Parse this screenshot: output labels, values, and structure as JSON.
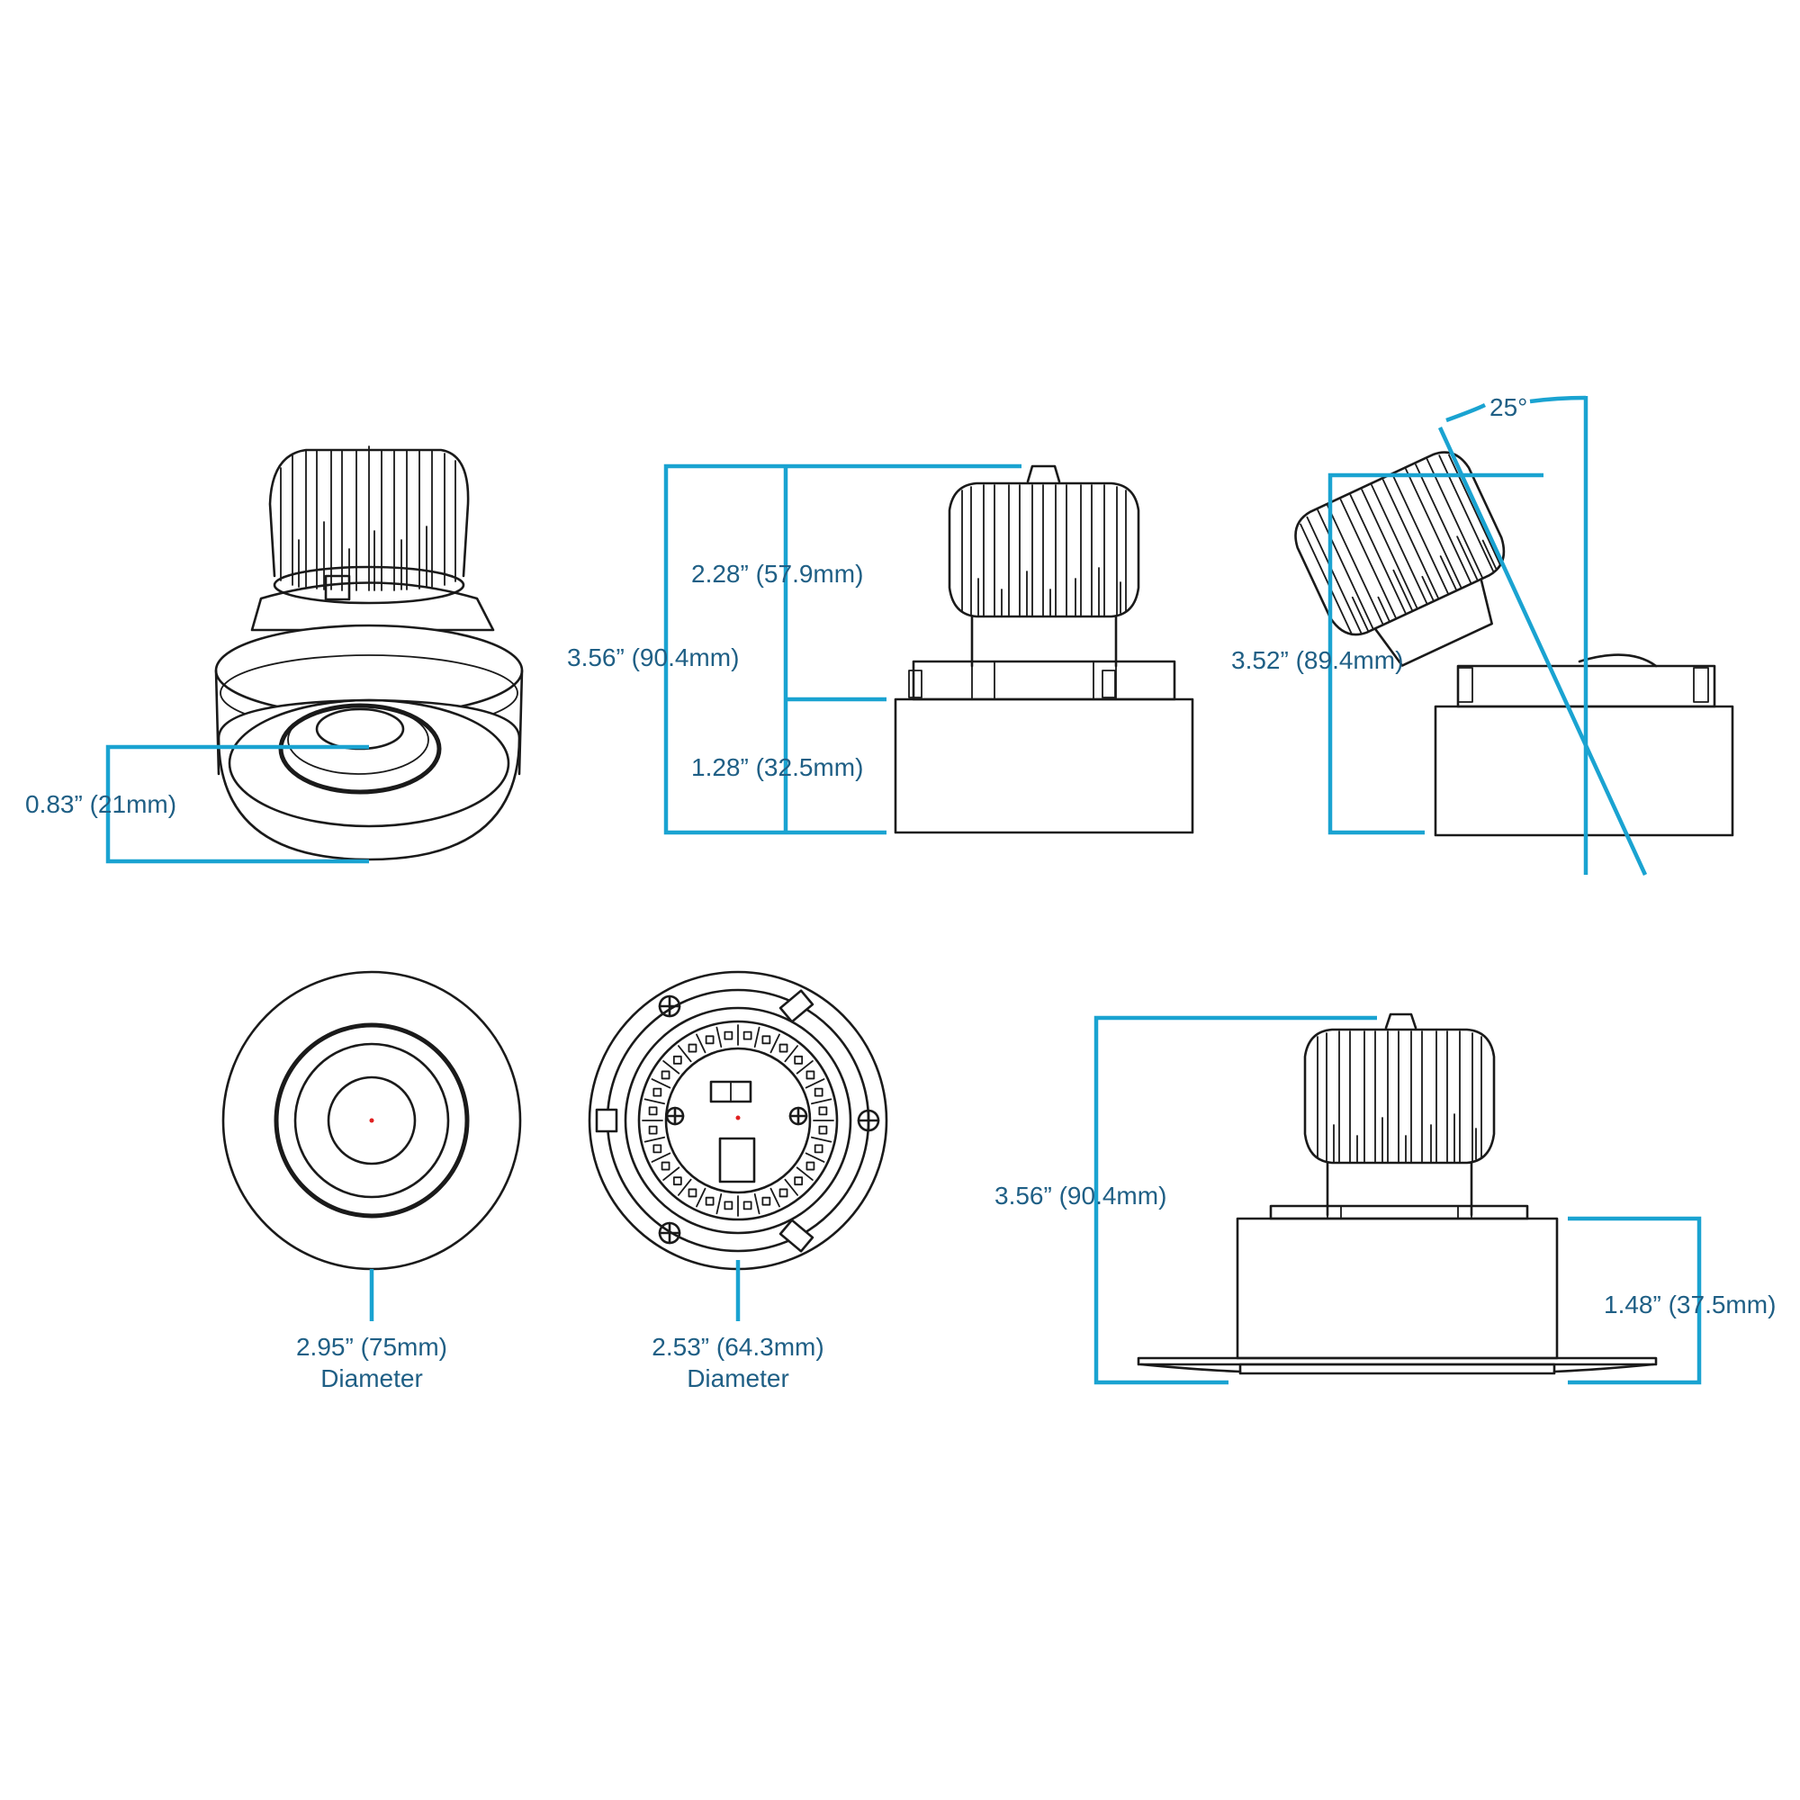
{
  "colors": {
    "dimension_line": "#1aa3d1",
    "label_text": "#1f5f85",
    "linework": "#1a1a1a",
    "center_mark": "#e02020"
  },
  "labels": {
    "trim_depth": "0.83” (21mm)",
    "total_height_a": "3.56” (90.4mm)",
    "upper_height": "2.28” (57.9mm)",
    "lower_height": "1.28” (32.5mm)",
    "tilt_angle": "25°",
    "tilted_height": "3.52” (89.4mm)",
    "trim_diameter": "2.95” (75mm)",
    "trim_diameter_caption": "Diameter",
    "cutout_diameter": "2.53” (64.3mm)",
    "cutout_diameter_caption": "Diameter",
    "total_height_b": "3.56” (90.4mm)",
    "housing_height": "1.48” (37.5mm)"
  }
}
